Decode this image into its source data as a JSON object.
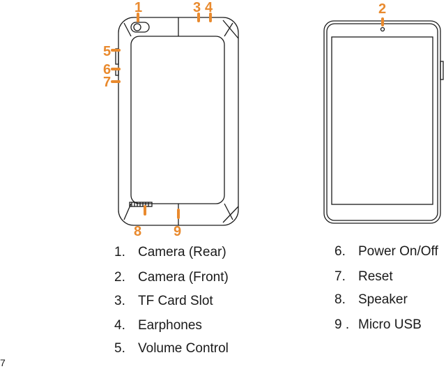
{
  "callouts": {
    "c1": "1",
    "c2": "2",
    "c3": "3",
    "c4": "4",
    "c5": "5",
    "c6": "6",
    "c7": "7",
    "c8": "8",
    "c9": "9"
  },
  "legend_left": [
    {
      "num": "1.",
      "label": "Camera (Rear)"
    },
    {
      "num": "2.",
      "label": "Camera (Front)"
    },
    {
      "num": "3.",
      "label": "TF Card Slot"
    },
    {
      "num": "4.",
      "label": "Earphones"
    },
    {
      "num": "5.",
      "label": "Volume  Control"
    }
  ],
  "legend_right": [
    {
      "num": "6.",
      "label": "Power On/Off"
    },
    {
      "num": "7.",
      "label": "Reset"
    },
    {
      "num": "8.",
      "label": "Speaker"
    },
    {
      "num": "9 .",
      "label": "Micro USB"
    }
  ],
  "page_number": "7",
  "colors": {
    "callout": "#e98a2e",
    "outline": "#1a1a1a"
  }
}
